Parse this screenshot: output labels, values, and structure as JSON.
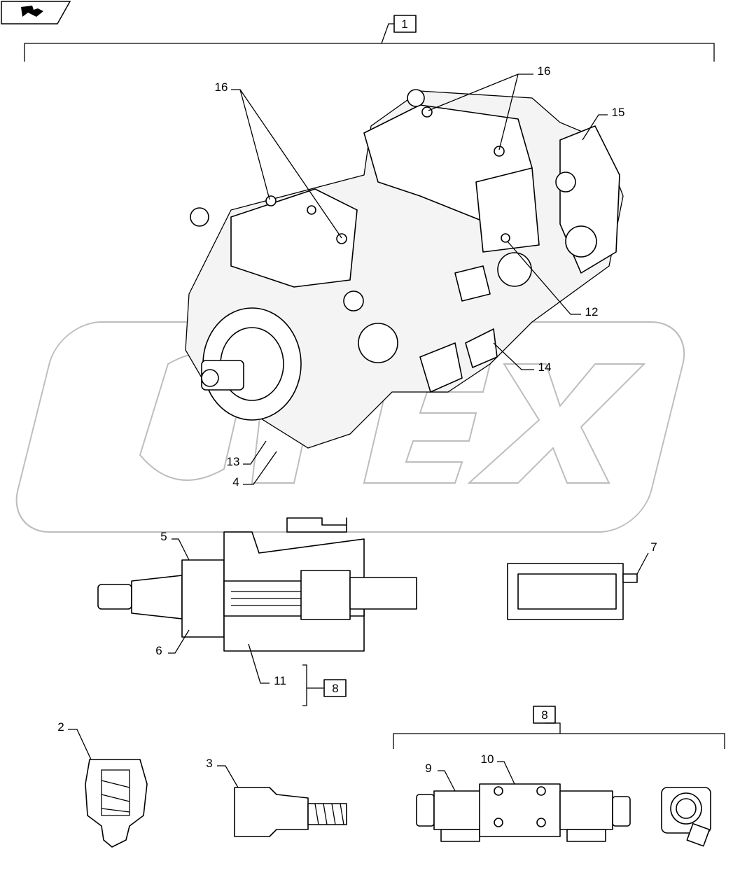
{
  "nav": {
    "icon": "back-to-index-icon"
  },
  "watermark": {
    "text": "OPEX"
  },
  "callouts": {
    "assembly": "1",
    "relief_valve": "2",
    "valve_cartridge": "3",
    "item_4": "4",
    "item_5": "5",
    "item_6": "6",
    "item_7": "7",
    "kit_a": "8",
    "kit_b": "8",
    "item_9": "9",
    "item_10": "10",
    "item_11": "11",
    "item_12": "12",
    "item_13": "13",
    "item_14": "14",
    "item_15": "15",
    "item_16a": "16",
    "item_16b": "16"
  }
}
